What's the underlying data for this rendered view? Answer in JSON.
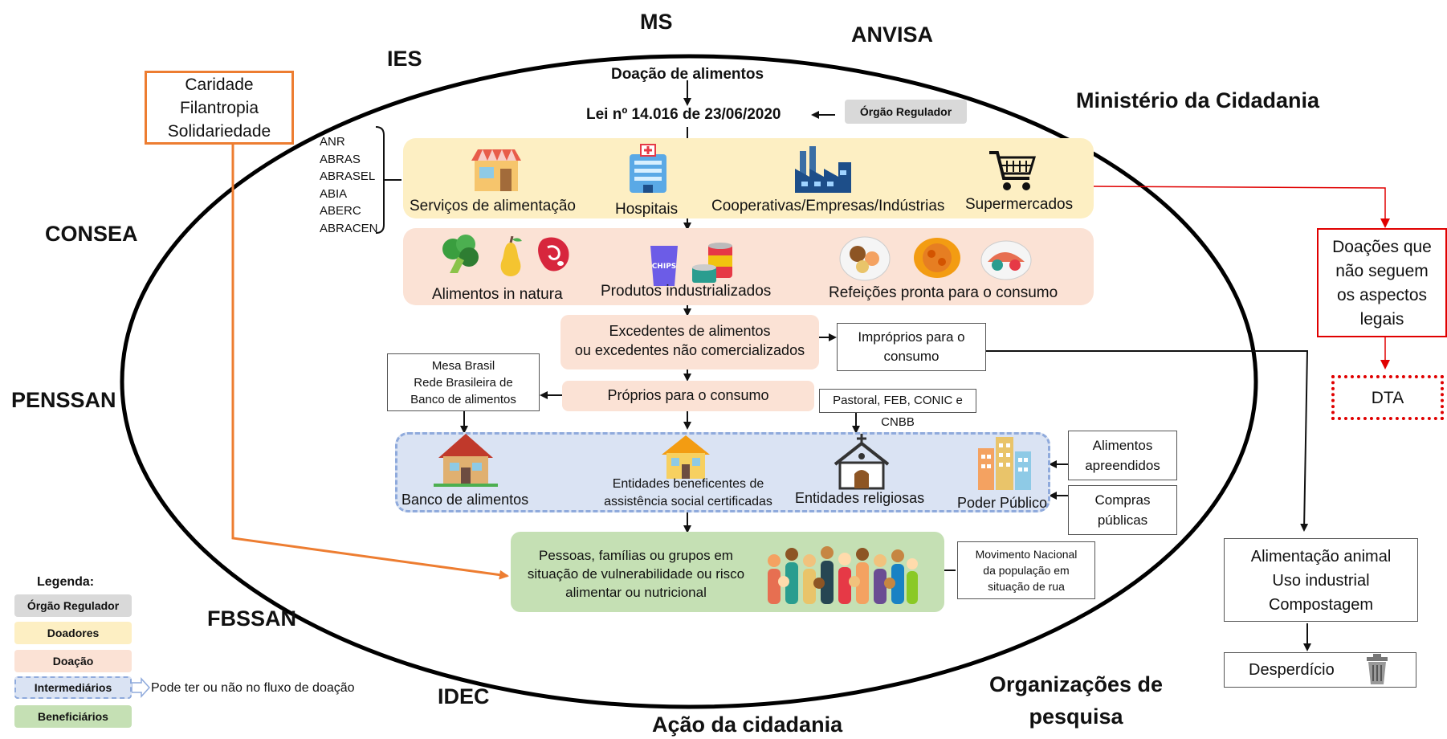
{
  "outer_labels": {
    "ms": "MS",
    "anvisa": "ANVISA",
    "ies": "IES",
    "ministerio": "Ministério da Cidadania",
    "consea": "CONSEA",
    "penssan": "PENSSAN",
    "fbssan": "FBSSAN",
    "idec": "IDEC",
    "acao": "Ação da cidadania",
    "org_pesquisa_1": "Organizações de",
    "org_pesquisa_2": "pesquisa"
  },
  "top": {
    "doacao": "Doação de alimentos",
    "lei": "Lei nº 14.016 de 23/06/2020",
    "orgao_regulador": "Órgão Regulador"
  },
  "caridade": [
    "Caridade",
    "Filantropia",
    "Solidariedade"
  ],
  "associacoes": [
    "ANR",
    "ABRAS",
    "ABRASEL",
    "ABIA",
    "ABERC",
    "ABRACEN"
  ],
  "doadores": {
    "servicos": "Serviços de alimentação",
    "hospitais": "Hospitais",
    "cooperativas": "Cooperativas/Empresas/Indústrias",
    "supermercados": "Supermercados"
  },
  "doacao_types": {
    "in_natura": "Alimentos in natura",
    "industrializados": "Produtos industrializados",
    "refeicoes": "Refeições pronta para o consumo",
    "chips": "CHIPS"
  },
  "excedentes": [
    "Excedentes  de alimentos",
    "ou excedentes não comercializados"
  ],
  "improprios": [
    "Impróprios para o",
    "consumo"
  ],
  "proprios": "Próprios para o consumo",
  "mesa_brasil": [
    "Mesa Brasil",
    "Rede Brasileira de",
    "Banco de alimentos"
  ],
  "pastoral": "Pastoral, FEB, CONIC e CNBB",
  "intermediarios": {
    "banco": "Banco de alimentos",
    "entidades_benef": [
      "Entidades beneficentes de",
      "assistência social certificadas"
    ],
    "religiosas": "Entidades religiosas",
    "poder_publico": "Poder Público"
  },
  "apreendidos": [
    "Alimentos",
    "apreendidos"
  ],
  "compras": [
    "Compras",
    "públicas"
  ],
  "beneficiarios": [
    "Pessoas, famílias ou grupos em",
    "situação de vulnerabilidade ou risco",
    "alimentar ou nutricional"
  ],
  "movimento": [
    "Movimento Nacional",
    "da população em",
    "situação de rua"
  ],
  "doacoes_nao": [
    "Doações que",
    "não seguem",
    "os aspectos",
    "legais"
  ],
  "dta": "DTA",
  "alimentacao_animal": [
    "Alimentação animal",
    "Uso industrial",
    "Compostagem"
  ],
  "desperdicio": "Desperdício",
  "legend": {
    "title": "Legenda:",
    "items": [
      "Órgão Regulador",
      "Doadores",
      "Doação",
      "Intermediários",
      "Beneficiários"
    ],
    "note": "Pode ter ou não  no fluxo de doação"
  },
  "colors": {
    "regulador": "#d9d9d9",
    "doadores": "#fdefc3",
    "doacao": "#fbe2d5",
    "intermediarios": "#dae3f3",
    "beneficiarios": "#c5e0b4",
    "orange": "#ed7d31",
    "red": "#e00000"
  }
}
